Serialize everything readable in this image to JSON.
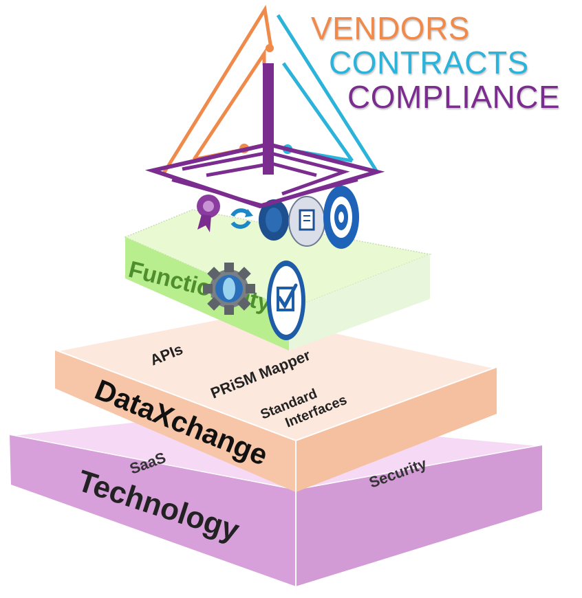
{
  "title": {
    "line1": "VENDORS",
    "line2": "CONTRACTS",
    "line3": "COMPLIANCE"
  },
  "layers": {
    "functionality": {
      "label": "Functionality"
    },
    "dataxchange": {
      "label": "DataXchange",
      "items": [
        "APIs",
        "PRiSM Mapper",
        "Standard",
        "Interfaces"
      ]
    },
    "technology": {
      "label": "Technology",
      "items": [
        "SaaS",
        "Security"
      ]
    }
  },
  "colors": {
    "orange": "#F08A4B",
    "blue": "#2BB3D9",
    "purple": "#7B2C8F",
    "functionality_top": "#E9F9D2",
    "functionality_side": "#B8EE8E",
    "dataxchange_top": "#FCE8DD",
    "dataxchange_side": "#F7C6A8",
    "technology_top": "#F5D9F5",
    "technology_side": "#D7A0DA"
  },
  "icons": [
    "ribbon-badge-icon",
    "refresh-arrows-icon",
    "circle-icon",
    "document-icon",
    "target-icon",
    "gear-icon",
    "checklist-icon"
  ]
}
